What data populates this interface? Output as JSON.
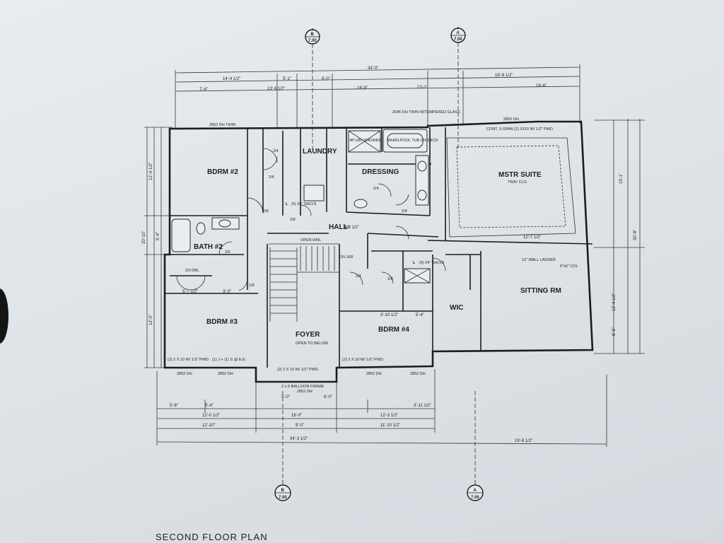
{
  "sheet_title": "SECOND FLOOR PLAN",
  "rooms": {
    "bdrm2": "BDRM #2",
    "laundry": "LAUNDRY",
    "dressing": "DRESSING",
    "master": "MSTR SUITE",
    "bath2": "BATH #2",
    "hall": "HALL",
    "sitting": "SITTING RM",
    "bdrm3": "BDRM #3",
    "foyer": "FOYER",
    "bdrm4": "BDRM #4",
    "wic": "WIC"
  },
  "notes": {
    "foyer_open": "OPEN TO BELOW",
    "whirlpool": "WHIRLPOOL TUB ON DECK",
    "shower": "48\"x36\" SHOWER",
    "tray_clg": "TRAY CLG",
    "wall_ladder": "12\" WALL LADDER",
    "open_rail": "OPEN RAIL",
    "balloon": "2 x 6 BALLOON FRAME",
    "linen": "L",
    "shelves": "(5) 24\" SHLVS",
    "dn": "DN 16R",
    "cont_span": "CONT. 3-SPAN (2) 2X10 W/ 1/2\" PWD.",
    "header_bdrm3a": "(2) 2 X 10 W/ 1/2\" PWD.",
    "header_bdrm3b": "(1) J + (1) S @ E.E.",
    "header_foyer": "(2) 2 X 10 W/ 1/2\" PWD.",
    "header_bdrm4": "(2) 2 X 10 W/ 1/2\" PWD.",
    "tempered": "2046 DH TWIN W/TEMPERED GLASS",
    "dh_top": "2852 DH TWIN",
    "dh_small": "2852 DH",
    "col": "6\"x6\" COL",
    "dbl": "2/0 DBL"
  },
  "dimensions": {
    "overall_top": "34'-0\"",
    "top_left": "14'-4 1/2\"",
    "top_mid": "5'-1\"",
    "top_mid2": "6'-0\"",
    "top_right": "19'-8 1/2\"",
    "seg_a": "7'-4\"",
    "seg_b": "13'-9 1/2\"",
    "seg_c": "16'-8\"",
    "seg_d": "13'-1\"",
    "seg_e": "18'-6\"",
    "bottom_overall": "34'-3 1/2\"",
    "bottom_right": "19'-8 1/2\"",
    "bot_1": "5'-8\"",
    "bot_2": "5'-4\"",
    "bot_3": "12'-0 1/2\"",
    "bot_4": "12'-10\"",
    "bot_5": "16'-0\"",
    "bot_6": "9'-0\"",
    "bot_7": "12'-3 1/2\"",
    "bot_8": "11'-10 1/2\"",
    "bot_9": "3'-11 1/2\"",
    "bot_10": "5'-0\"",
    "bot_11": "6'-0\"",
    "left_1": "12'-4 1/2\"",
    "left_2": "20'-10\"",
    "left_3": "5'-4\"",
    "left_4": "12'-0\"",
    "right_1": "15'-1\"",
    "right_2": "30'-8\"",
    "right_3": "12'-4 1/2\"",
    "right_4": "6'-5\"",
    "hall_w": "4'-3 1/2\"",
    "master_w": "12'-7 1/2\"",
    "bdrm3_w": "5'-7 1/2\"",
    "bdrm3_w2": "3'-0\"",
    "bdrm4_w": "3'-10 1/2\"",
    "bdrm4_w2": "5'-4\""
  },
  "section_markers": [
    {
      "letter": "B",
      "sheet": "7.00"
    },
    {
      "letter": "A",
      "sheet": "7.00"
    },
    {
      "letter": "B",
      "sheet": "7.00"
    },
    {
      "letter": "A",
      "sheet": "7.00"
    }
  ],
  "door_tags": [
    "2/4",
    "2/8",
    "2/6",
    "2/8",
    "2/0",
    "2/4",
    "2/8",
    "2/6",
    "2/8",
    "2/4",
    "2/8"
  ],
  "colors": {
    "paper": "#e3e7ea",
    "ink": "#1b1d20"
  }
}
